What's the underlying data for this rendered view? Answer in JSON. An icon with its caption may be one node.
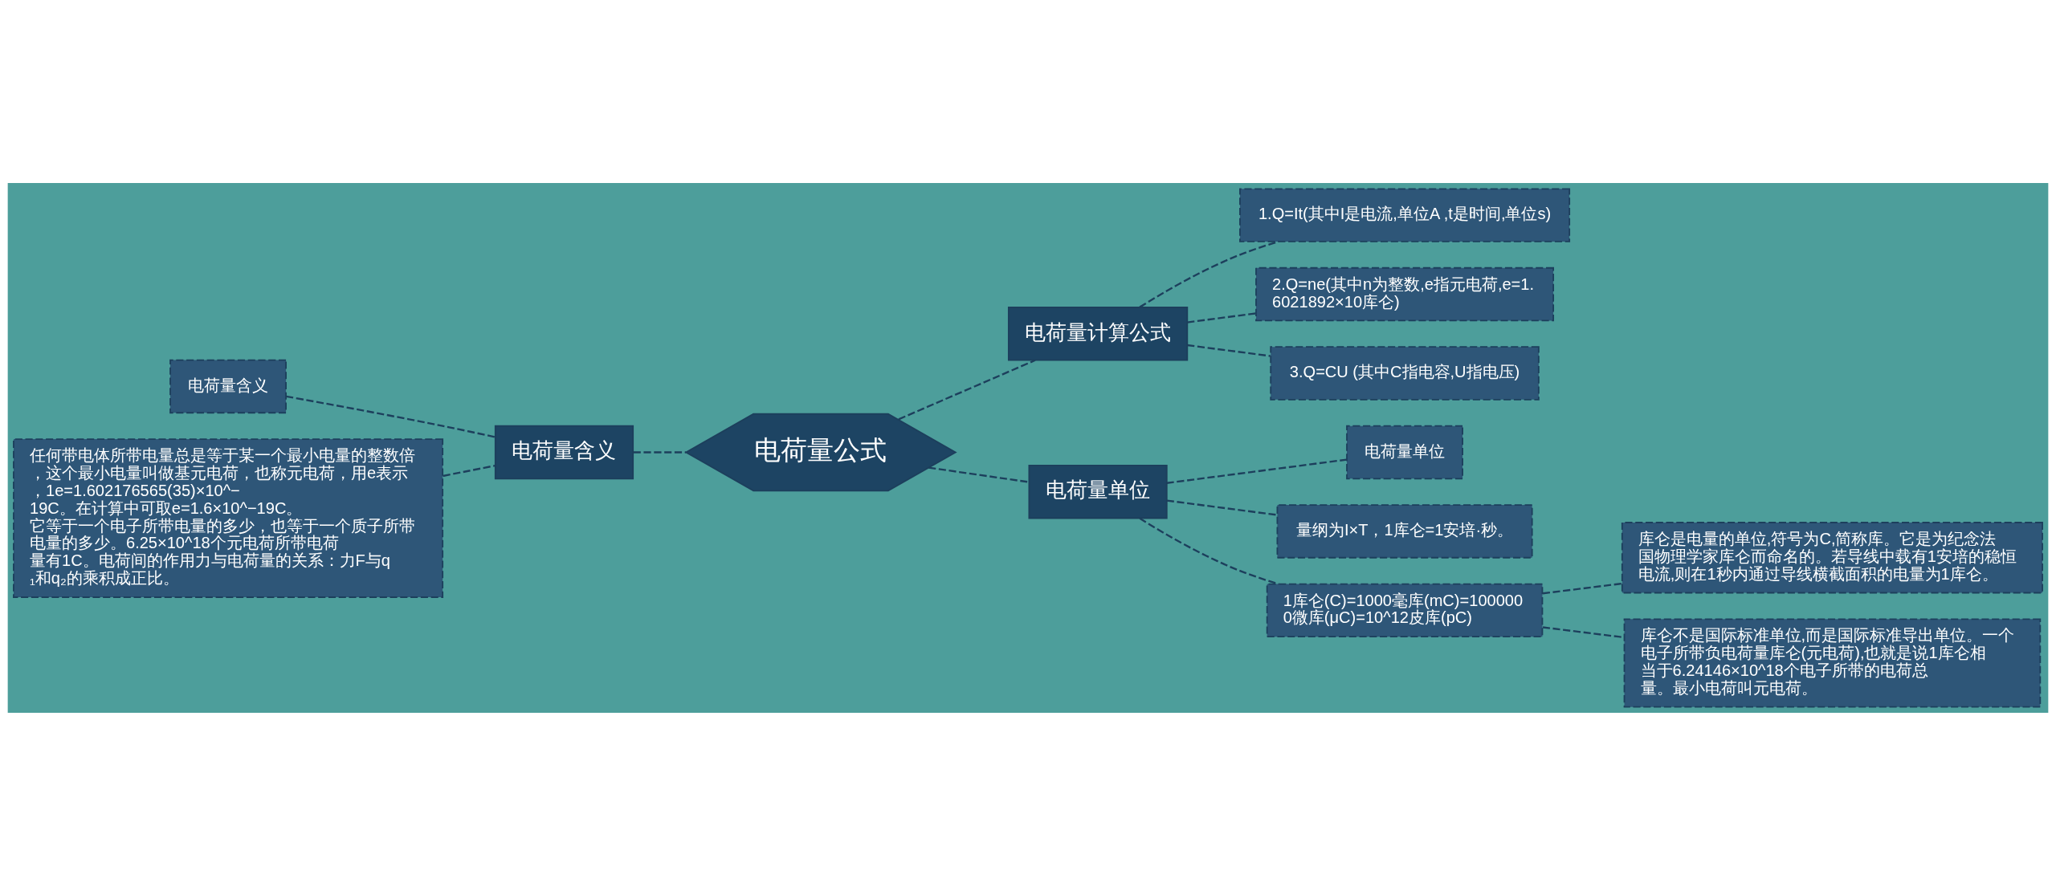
{
  "diagram": {
    "nodes": [
      {
        "text": [
          "电荷量公式"
        ]
      },
      {
        "text": [
          "电荷量含义"
        ]
      },
      {
        "text": [
          "电荷量含义"
        ]
      },
      {
        "text": [
          "任何带电体所带电量总是等于某一个最小电量的整数倍，这个最小电量叫做基元电荷，也称元电荷，用e表示，1e=1.602176565(35)×10^−19C。在计算中可取e=1.6×10^−19C。它等于一个电子所带电量的多少，也等于一个质子所带电量的多少。6.25×10^18个元电荷所带电荷量有1C。电荷间的作用力与电荷量的关系：力F与q₁和q₂的乘积成正比。"
        ]
      },
      {
        "text": [
          "电荷量计算公式"
        ]
      },
      {
        "text": [
          "1.Q=It(其中I是电流,单位A ,t是时间,单位s)"
        ]
      },
      {
        "text": [
          "2.Q=ne(其中n为整数,e指元电荷,e=1.6021892×10库仑)"
        ]
      },
      {
        "text": [
          "3.Q=CU (其中C指电容,U指电压)"
        ]
      },
      {
        "text": [
          "电荷量单位"
        ]
      },
      {
        "text": [
          "电荷量单位"
        ]
      },
      {
        "text": [
          "量纲为I×T，1库仑=1安培·秒。"
        ]
      },
      {
        "text": [
          "1库仑(C)=1000毫库(mC)=1000000微库(μC)=10^12皮库(pC)"
        ]
      },
      {
        "text": [
          "库仑是电量的单位,符号为C,简称库。它是为纪念法国物理学家库仑而命名的。若导线中载有1安培的稳恒电流,则在1秒内通过导线横截面积的电量为1库仑。"
        ]
      },
      {
        "text": [
          "库仑不是国际标准单位,而是国际标准导出单位。一个电子所带负电荷量库仑(元电荷),也就是说1库仑相当于6.24146×10^18个电子所带的电荷总量。最小电荷叫元电荷。"
        ]
      }
    ],
    "edges": [
      {
        "from": 2,
        "to": 1,
        "arrow": "none",
        "style": "dashed"
      },
      {
        "from": 3,
        "to": 1,
        "arrow": "none",
        "style": "dashed"
      },
      {
        "from": 1,
        "to": 0,
        "arrow": "none",
        "style": "dashed"
      },
      {
        "from": 0,
        "to": 4,
        "arrow": "none",
        "style": "dashed"
      },
      {
        "from": 0,
        "to": 8,
        "arrow": "none",
        "style": "dashed"
      },
      {
        "from": 4,
        "to": 5,
        "arrow": "none",
        "style": "dashed"
      },
      {
        "from": 4,
        "to": 6,
        "arrow": "none",
        "style": "dashed"
      },
      {
        "from": 4,
        "to": 7,
        "arrow": "none",
        "style": "dashed"
      },
      {
        "from": 8,
        "to": 9,
        "arrow": "none",
        "style": "dashed"
      },
      {
        "from": 8,
        "to": 10,
        "arrow": "none",
        "style": "dashed"
      },
      {
        "from": 8,
        "to": 11,
        "arrow": "none",
        "style": "dashed"
      },
      {
        "from": 11,
        "to": 12,
        "arrow": "none",
        "style": "dashed"
      },
      {
        "from": 11,
        "to": 13,
        "arrow": "none",
        "style": "dashed"
      }
    ]
  }
}
